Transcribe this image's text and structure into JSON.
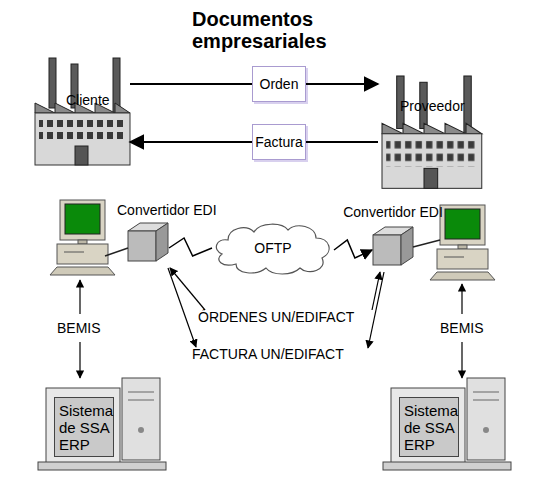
{
  "diagram": {
    "title": "Documentos empresariales",
    "nodes": [
      {
        "text": [
          "Cliente"
        ]
      },
      {
        "text": [
          "Orden"
        ]
      },
      {
        "text": [
          "Proveedor"
        ]
      },
      {
        "text": [
          "Factura"
        ]
      },
      {
        "text": [
          "Convertidor EDI"
        ]
      },
      {
        "text": [
          "OFTP"
        ]
      },
      {
        "text": [
          "Convertidor EDI"
        ]
      },
      {
        "text": [
          "Sistema de SSA ERP"
        ]
      },
      {
        "text": [
          "Sistema de SSA ERP"
        ]
      }
    ],
    "edges": [
      {
        "from": 0,
        "to": 1,
        "arrow": "none"
      },
      {
        "from": 1,
        "to": 2,
        "arrow": "to"
      },
      {
        "from": 2,
        "to": 3,
        "arrow": "none"
      },
      {
        "from": 3,
        "to": 0,
        "arrow": "to"
      },
      {
        "from": 4,
        "to": 5,
        "arrow": "none"
      },
      {
        "from": 5,
        "to": 6,
        "arrow": "to"
      }
    ],
    "labels": [
      "ÓRDENES UN/EDIFACT",
      "FACTURA UN/EDIFACT",
      "BEMIS",
      "BEMIS"
    ]
  }
}
